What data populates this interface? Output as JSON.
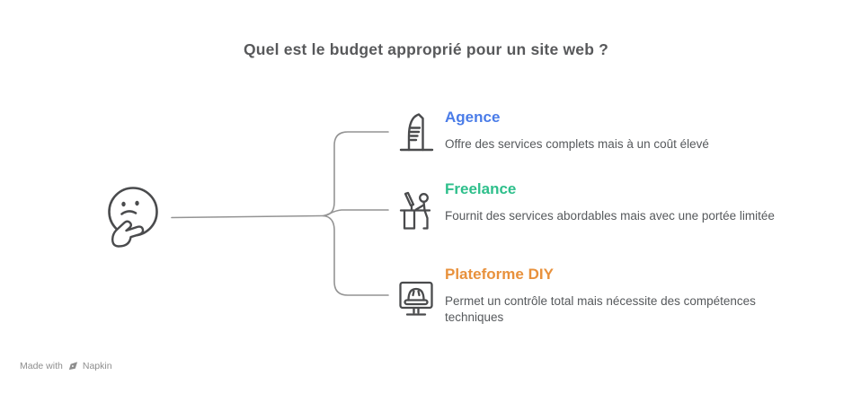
{
  "title": "Quel est le budget approprié pour un site web ?",
  "root": {
    "icon": "thinking-face-icon"
  },
  "branches": [
    {
      "label": "Agence",
      "description": "Offre des services complets mais à un coût élevé",
      "color": "#4A7CE8",
      "icon": "agency-building-icon"
    },
    {
      "label": "Freelance",
      "description": "Fournit des services abordables mais avec une portée limitée",
      "color": "#2EBF8B",
      "icon": "freelance-desk-icon"
    },
    {
      "label": "Plateforme DIY",
      "description": "Permet un contrôle total mais nécessite des compétences techniques",
      "color": "#E8913C",
      "icon": "diy-monitor-icon"
    }
  ],
  "footer": {
    "made_with": "Made with",
    "brand": "Napkin"
  },
  "colors": {
    "title_text": "#58595B",
    "description_text": "#56595C",
    "icon_stroke": "#4A4B4D",
    "connector": "#949494",
    "agence_accent": "#4A7CE8",
    "freelance_accent": "#2EBF8B",
    "diy_accent": "#E8913C",
    "footer_text": "#8E8E8E"
  }
}
